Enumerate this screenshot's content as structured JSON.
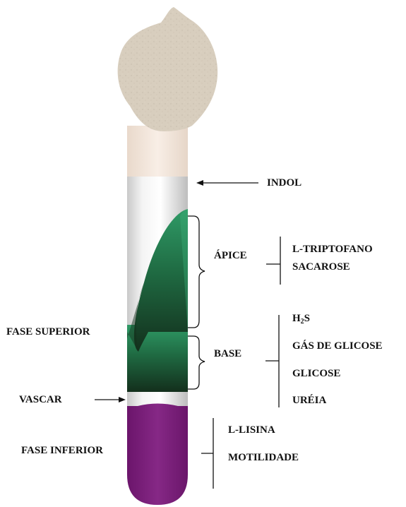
{
  "labels": {
    "indol": "INDOL",
    "apice": "ÁPICE",
    "base": "BASE",
    "fase_superior": "FASE SUPERIOR",
    "vascar": "VASCAR",
    "fase_inferior": "FASE INFERIOR"
  },
  "apice_items": [
    "L-TRIPTOFANO",
    "SACAROSE"
  ],
  "base_items": {
    "h2s_prefix": "H",
    "h2s_sub": "2",
    "h2s_suffix": "S",
    "gas_glicose": "GÁS DE GLICOSE",
    "glicose": "GLICOSE",
    "ureia": "URÉIA"
  },
  "inferior_items": [
    "L-LISINA",
    "MOTILIDADE"
  ],
  "colors": {
    "cotton": "#d9d0c0",
    "plug": "#f3e7dc",
    "tube_glass": "#e6e6e6",
    "slant_top": "#2f9a66",
    "slant_bottom": "#153820",
    "bottom_layer": "#7d1f7d"
  }
}
